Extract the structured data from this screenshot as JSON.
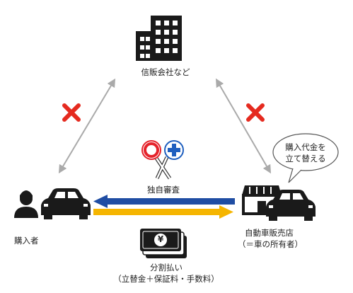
{
  "nodes": {
    "company": {
      "label": "信販会社など"
    },
    "buyer": {
      "label": "購入者"
    },
    "dealer": {
      "label_line1": "自動車販売店",
      "label_line2": "（＝車の所有者）"
    }
  },
  "speech_bubble": {
    "line1": "購入代金を",
    "line2": "立て替える"
  },
  "screening": {
    "label": "独自審査"
  },
  "payment": {
    "label_line1": "分割払い",
    "label_line2": "（立替金＋保証料・手数料）",
    "coin_symbol": "¥"
  },
  "colors": {
    "red_x": "#e52a1f",
    "arrow_blue": "#1f4da3",
    "arrow_yellow": "#f5b500",
    "gray_arrow": "#aaaaaa",
    "icon": "#1a1a1a",
    "badge_red": "#e5232b",
    "badge_blue": "#1f5fbf"
  }
}
